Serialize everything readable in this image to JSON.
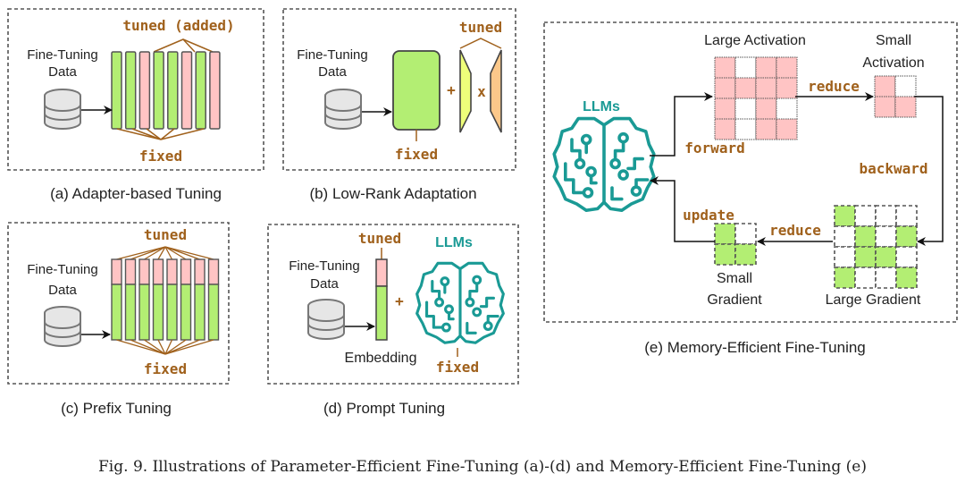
{
  "colors": {
    "fixed_green": "#b3ee73",
    "tuned_pink": "#ffc4c4",
    "annotation_brown": "#a0611c",
    "llm_teal": "#1a9a95",
    "lora_yellow": "#eeff7a",
    "lora_orange": "#fcc88a",
    "border": "#555555"
  },
  "panels": {
    "a": {
      "caption": "(a) Adapter-based Tuning",
      "data_label_1": "Fine-Tuning",
      "data_label_2": "Data",
      "tuned_label": "tuned (added)",
      "fixed_label": "fixed",
      "layers": [
        "fixed",
        "fixed",
        "tuned",
        "fixed",
        "fixed",
        "tuned",
        "fixed",
        "tuned"
      ]
    },
    "b": {
      "caption": "(b) Low-Rank Adaptation",
      "data_label_1": "Fine-Tuning",
      "data_label_2": "Data",
      "tuned_label": "tuned",
      "fixed_label": "fixed",
      "plus": "+",
      "times": "x"
    },
    "c": {
      "caption": "(c) Prefix Tuning",
      "data_label_1": "Fine-Tuning",
      "data_label_2": "Data",
      "tuned_label": "tuned",
      "fixed_label": "fixed",
      "layer_count": 8
    },
    "d": {
      "caption": "(d) Prompt Tuning",
      "data_label_1": "Fine-Tuning",
      "data_label_2": "Data",
      "tuned_label": "tuned",
      "fixed_label": "fixed",
      "embedding_label": "Embedding",
      "llm_label": "LLMs",
      "plus": "+"
    },
    "e": {
      "caption": "(e) Memory-Efficient Fine-Tuning",
      "llm_label": "LLMs",
      "large_activation_label": "Large Activation",
      "small_activation_label_1": "Small",
      "small_activation_label_2": "Activation",
      "large_gradient_label": "Large Gradient",
      "small_gradient_label_1": "Small",
      "small_gradient_label_2": "Gradient",
      "forward_label": "forward",
      "backward_label": "backward",
      "update_label": "update",
      "reduce_label_top": "reduce",
      "reduce_label_bottom": "reduce",
      "large_activation_grid": [
        [
          1,
          0,
          1,
          1
        ],
        [
          1,
          1,
          1,
          1
        ],
        [
          1,
          0,
          1,
          0
        ],
        [
          1,
          0,
          1,
          1
        ]
      ],
      "small_activation_grid": [
        [
          1,
          0
        ],
        [
          1,
          1
        ]
      ],
      "large_gradient_grid": [
        [
          1,
          0,
          0,
          0
        ],
        [
          0,
          1,
          0,
          1
        ],
        [
          0,
          1,
          1,
          0
        ],
        [
          1,
          0,
          0,
          1
        ]
      ],
      "small_gradient_grid": [
        [
          1,
          0
        ],
        [
          1,
          1
        ]
      ]
    }
  },
  "figure_caption": "Fig. 9.  Illustrations of Parameter-Efficient Fine-Tuning (a)-(d) and Memory-Efficient Fine-Tuning (e)"
}
